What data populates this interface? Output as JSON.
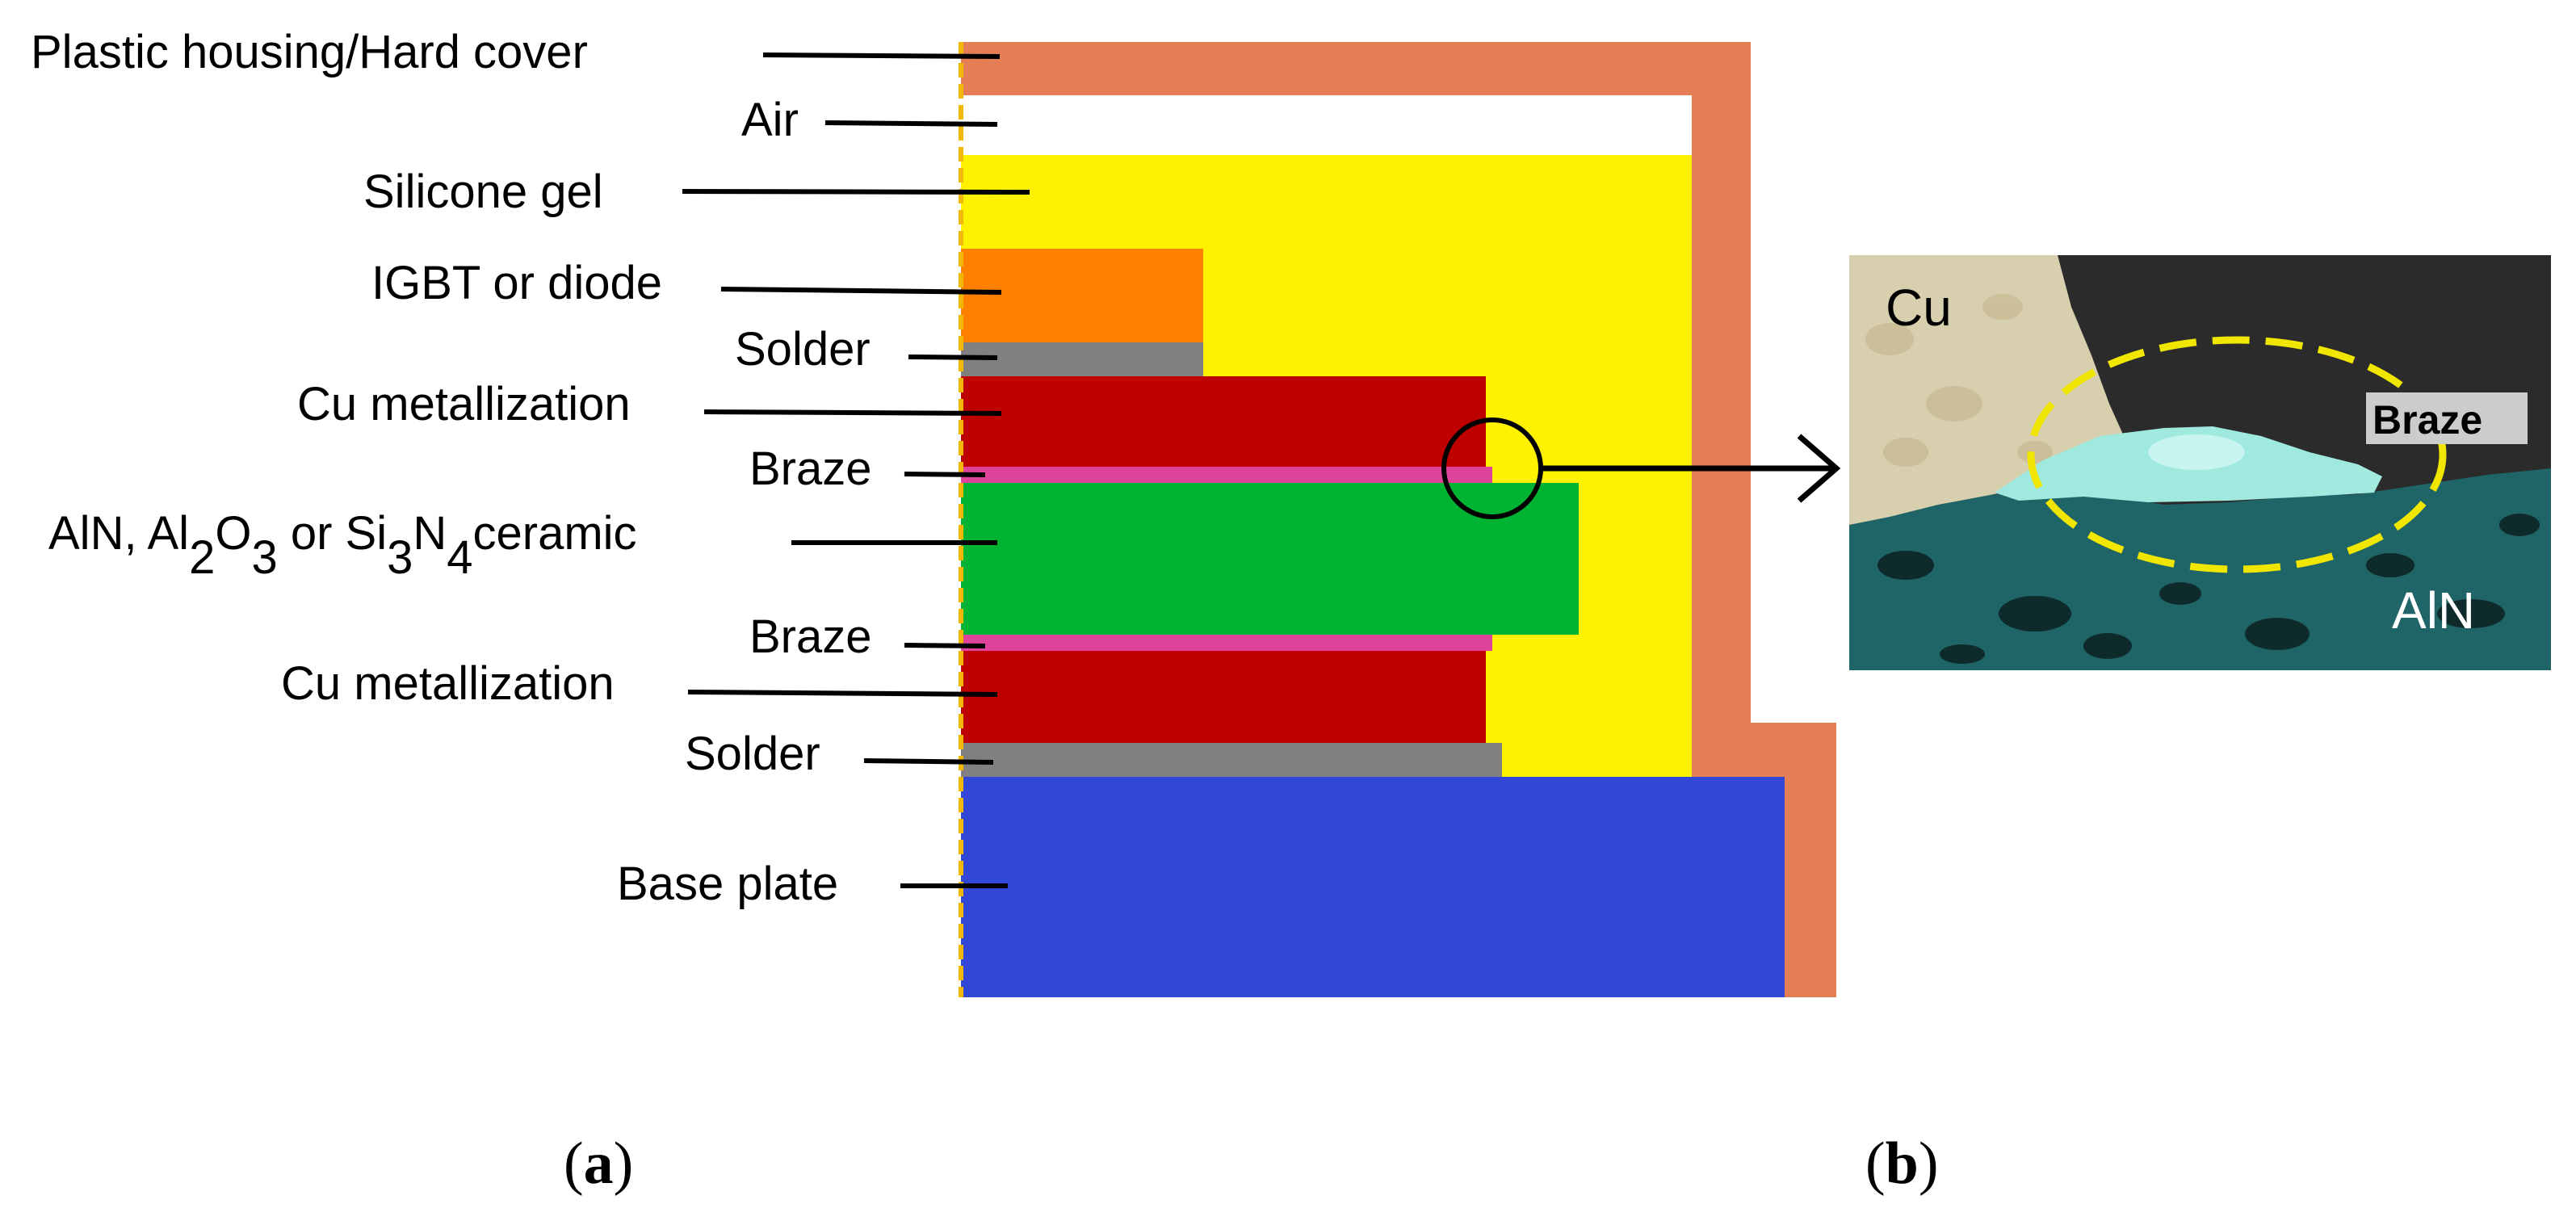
{
  "panel_a": {
    "caption_open": "(",
    "caption_letter": "a",
    "caption_close": ")",
    "labels": {
      "housing": "Plastic housing/Hard cover",
      "air": "Air",
      "gel": "Silicone gel",
      "igbt": "IGBT or diode",
      "solder_top": "Solder",
      "cu_top": "Cu metallization",
      "braze_top": "Braze",
      "ceramic_part1": "AlN, Al",
      "ceramic_sub1": "2",
      "ceramic_part2": "O",
      "ceramic_sub2": "3",
      "ceramic_part3": " or Si",
      "ceramic_sub3": "3",
      "ceramic_part4": "N",
      "ceramic_sub4": "4",
      "ceramic_part5": "ceramic",
      "braze_bottom": "Braze",
      "cu_bottom": "Cu metallization",
      "solder_bottom": "Solder",
      "base": "Base plate"
    },
    "colors": {
      "housing": "#e57d55",
      "air": "#ffffff",
      "gel": "#fff200",
      "igbt": "#ff8000",
      "solder": "#808080",
      "cu": "#bf0000",
      "braze": "#e0449a",
      "ceramic": "#00b333",
      "base": "#3347d6",
      "symmetry_line": "#f0b800"
    }
  },
  "panel_b": {
    "caption_open": "(",
    "caption_letter": "b",
    "caption_close": ")",
    "labels": {
      "cu": "Cu",
      "braze": "Braze",
      "aln": "AlN"
    },
    "colors": {
      "cu_region": "#d8cfae",
      "braze_region": "#9fe9df",
      "aln_region": "#1f6466",
      "dark_region": "#2b2b2b",
      "ellipse": "#f0e600"
    }
  }
}
